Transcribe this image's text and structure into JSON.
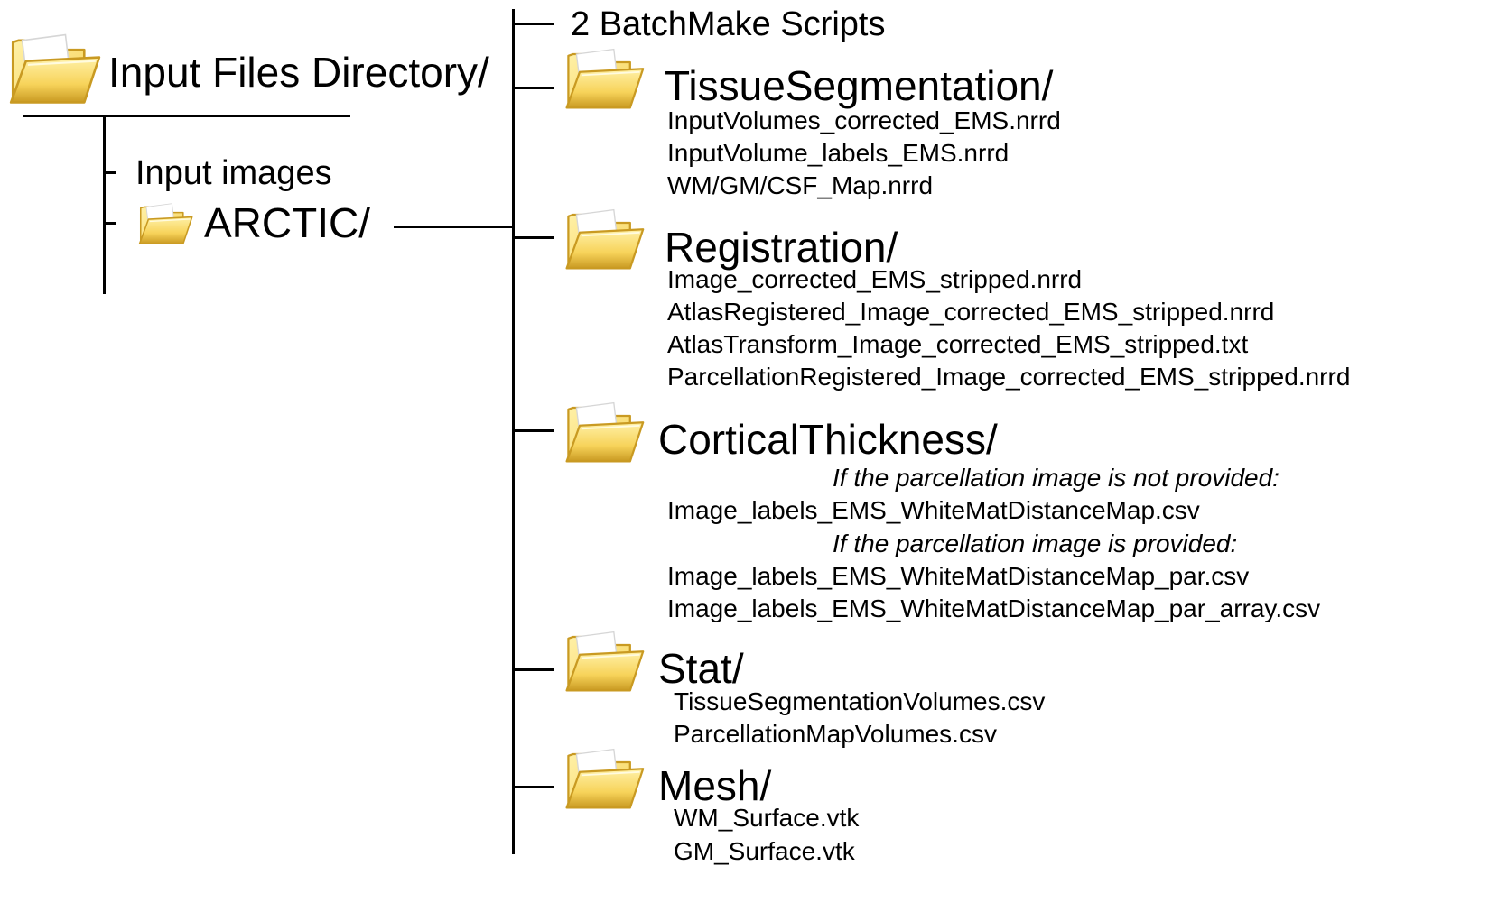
{
  "root": {
    "icon": "folder-icon",
    "label": "Input Files Directory/"
  },
  "input_images": {
    "label": "Input images"
  },
  "arctic": {
    "icon": "folder-icon",
    "label": "ARCTIC/"
  },
  "batchmake": {
    "label": "2 BatchMake Scripts"
  },
  "tissue": {
    "icon": "folder-icon",
    "label": "TissueSegmentation/",
    "files": [
      "InputVolumes_corrected_EMS.nrrd",
      "InputVolume_labels_EMS.nrrd",
      "WM/GM/CSF_Map.nrrd"
    ]
  },
  "registration": {
    "icon": "folder-icon",
    "label": "Registration/",
    "files": [
      "Image_corrected_EMS_stripped.nrrd",
      "AtlasRegistered_Image_corrected_EMS_stripped.nrrd",
      "AtlasTransform_Image_corrected_EMS_stripped.txt",
      "ParcellationRegistered_Image_corrected_EMS_stripped.nrrd"
    ]
  },
  "cortical": {
    "icon": "folder-icon",
    "label": "CorticalThickness/",
    "note_not_provided": "If the parcellation image is not provided:",
    "file_not_provided": "Image_labels_EMS_WhiteMatDistanceMap.csv",
    "note_provided": "If the parcellation image is provided:",
    "files_provided": [
      "Image_labels_EMS_WhiteMatDistanceMap_par.csv",
      "Image_labels_EMS_WhiteMatDistanceMap_par_array.csv"
    ]
  },
  "stat": {
    "icon": "folder-icon",
    "label": "Stat/",
    "files": [
      "TissueSegmentationVolumes.csv",
      "ParcellationMapVolumes.csv"
    ]
  },
  "mesh": {
    "icon": "folder-icon",
    "label": "Mesh/",
    "files": [
      "WM_Surface.vtk",
      "GM_Surface.vtk"
    ]
  },
  "colors": {
    "folder_light": "#fff1a8",
    "folder_mid": "#f7d35a",
    "folder_dark": "#c99a22",
    "line": "#000000"
  }
}
